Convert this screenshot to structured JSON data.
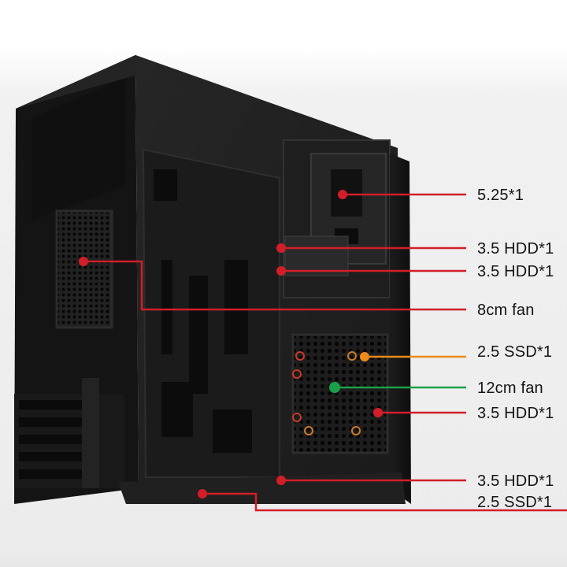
{
  "image": {
    "subject": "pc-tower-case-interior-diagram"
  },
  "colors": {
    "red": "#d21e28",
    "orange": "#ee8a1c",
    "green": "#1aa049",
    "case_dark": "#161616",
    "case_mid": "#2a2a2a",
    "background": "#ececec"
  },
  "callouts": [
    {
      "id": "bay-525",
      "text": "5.25*1",
      "color": "#d21e28"
    },
    {
      "id": "hdd-1",
      "text": "3.5 HDD*1",
      "color": "#d21e28"
    },
    {
      "id": "hdd-2",
      "text": "3.5 HDD*1",
      "color": "#d21e28"
    },
    {
      "id": "fan-8cm",
      "text": "8cm fan",
      "color": "#d21e28"
    },
    {
      "id": "ssd-1",
      "text": "2.5 SSD*1",
      "color": "#ee8a1c"
    },
    {
      "id": "fan-12cm",
      "text": "12cm fan",
      "color": "#1aa049"
    },
    {
      "id": "hdd-3",
      "text": "3.5 HDD*1",
      "color": "#d21e28"
    },
    {
      "id": "hdd-4",
      "text": "3.5 HDD*1",
      "color": "#d21e28"
    },
    {
      "id": "ssd-2",
      "text": "2.5 SSD*1",
      "color": "#d21e28"
    }
  ]
}
